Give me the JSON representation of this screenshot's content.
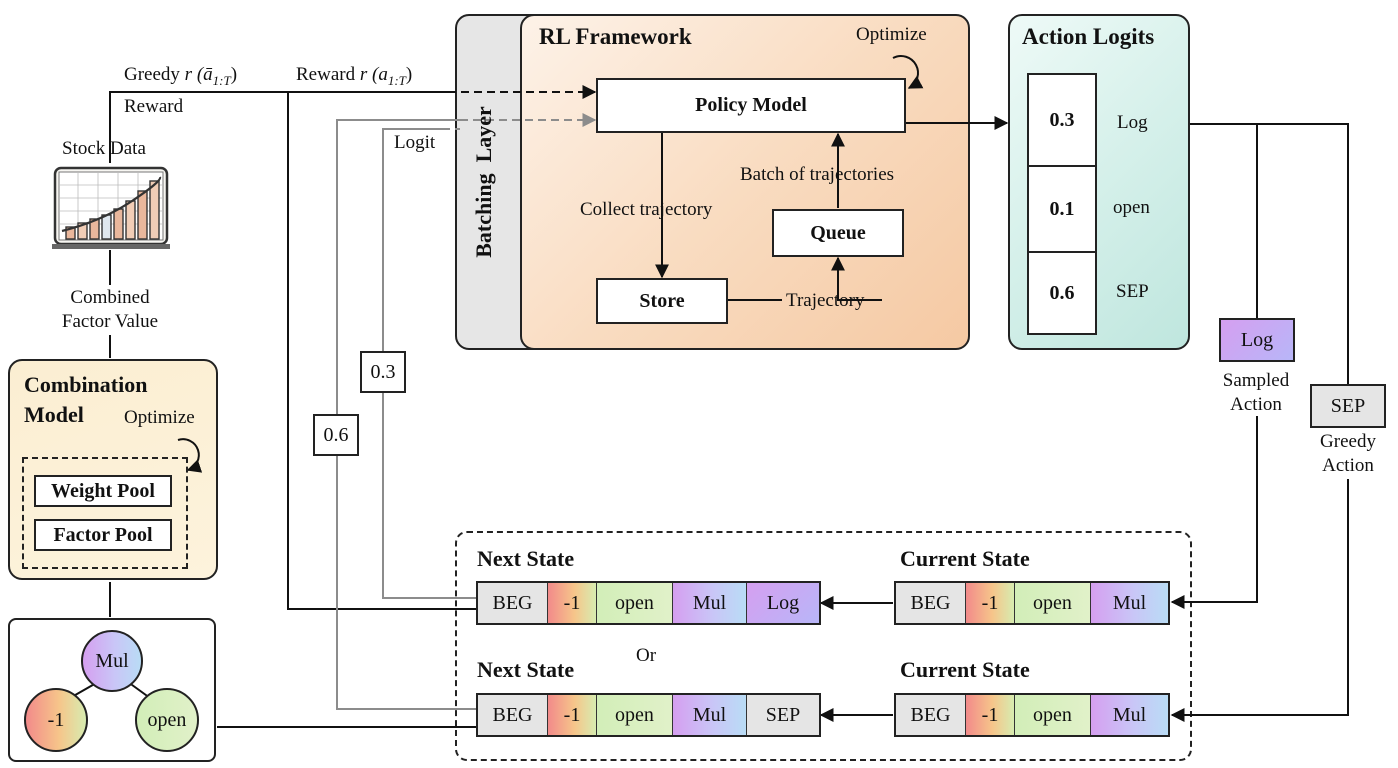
{
  "left": {
    "greedy_reward_prefix": "Greedy ",
    "greedy_reward_math": "r (ā",
    "greedy_reward_sub": "1:T",
    "greedy_reward_suffix": ")",
    "reward_word": "Reward",
    "stock_data": "Stock Data",
    "combined_factor_line1": "Combined",
    "combined_factor_line2": "Factor Value",
    "combination_title_line1": "Combination",
    "combination_title_line2": "Model",
    "combination_optimize": "Optimize",
    "weight_pool": "Weight Pool",
    "factor_pool": "Factor Pool",
    "tree": {
      "root": "Mul",
      "left": "-1",
      "right": "open"
    }
  },
  "reward_label": {
    "prefix": "Reward ",
    "math": "r (a",
    "sub": "1:T",
    "suffix": ")"
  },
  "logit_label": "Logit",
  "batching_layer": "Batching  Layer",
  "rl": {
    "title": "RL Framework",
    "optimize": "Optimize",
    "policy_model": "Policy Model",
    "collect_trajectory": "Collect trajectory",
    "batch_of_trajectories": "Batch of trajectories",
    "queue": "Queue",
    "store": "Store",
    "trajectory": "Trajectory"
  },
  "action_logits": {
    "title": "Action Logits",
    "rows": [
      {
        "value": "0.3",
        "token": "Log"
      },
      {
        "value": "0.1",
        "token": "open"
      },
      {
        "value": "0.6",
        "token": "SEP"
      }
    ]
  },
  "logit_values": {
    "upper": "0.3",
    "lower": "0.6"
  },
  "sampled_action": {
    "token": "Log",
    "line1": "Sampled",
    "line2": "Action"
  },
  "greedy_action": {
    "token": "SEP",
    "line1": "Greedy",
    "line2": "Action"
  },
  "states": {
    "next_state": "Next State",
    "current_state": "Current State",
    "or": "Or",
    "top_next": [
      "BEG",
      "-1",
      "open",
      "Mul",
      "Log"
    ],
    "top_current": [
      "BEG",
      "-1",
      "open",
      "Mul"
    ],
    "bottom_next": [
      "BEG",
      "-1",
      "open",
      "Mul",
      "SEP"
    ],
    "bottom_current": [
      "BEG",
      "-1",
      "open",
      "Mul"
    ]
  },
  "colors": {
    "rl_panel_gradient": [
      "#fdf2e8",
      "#f5c9a3"
    ],
    "action_panel_gradient": [
      "#eefaf7",
      "#bfe6de"
    ],
    "combination_panel_gradient": [
      "#fbeed2",
      "#fdf3dc"
    ],
    "batching_layer_bg": "#e6e6e6",
    "gray_wire": "#8c8c8c"
  }
}
